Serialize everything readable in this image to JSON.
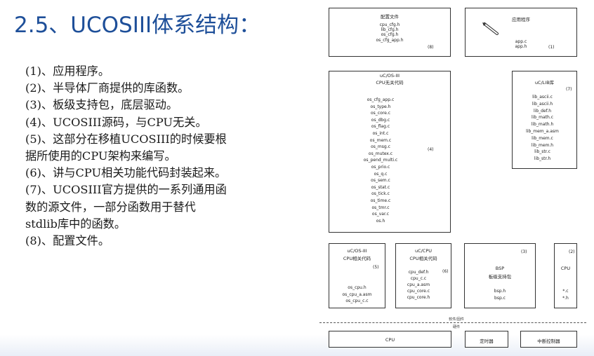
{
  "title": "2.5、UCOSIII体系结构：",
  "items": [
    "(1)、应用程序。",
    "(2)、半导体厂商提供的库函数。",
    "(3)、板级支持包，底层驱动。",
    "(4)、UCOSIII源码，与CPU无关。",
    "(5)、这部分在移植UCOSIII的时候要根\n据所使用的CPU架构来编写。",
    "(6)、讲与CPU相关功能代码封装起来。",
    "(7)、UCOSIII官方提供的一系列通用函\n数的源文件，一部分函数用于替代\nstdlib库中的函数。",
    "(8)、配置文件。"
  ],
  "diagram": {
    "config": {
      "title": "配置文件",
      "files": [
        "cpu_cfg.h",
        "lib_cfg.h",
        "os_cfg.h",
        "os_cfg_app.h"
      ],
      "num": "(8)"
    },
    "app": {
      "title": "应用程序",
      "files": [
        "app.c",
        "app.h"
      ],
      "num": "(1)"
    },
    "os": {
      "title1": "uC/OS-III",
      "title2": "CPU无关代码",
      "num": "(4)",
      "files": [
        "os_cfg_app.c",
        "os_type.h",
        "os_core.c",
        "os_dbg.c",
        "os_flag.c",
        "os_int.c",
        "os_mem.c",
        "os_msg.c",
        "os_mutex.c",
        "os_pend_multi.c",
        "os_prio.c",
        "os_q.c",
        "os_sem.c",
        "os_stat.c",
        "os_tick.c",
        "os_time.c",
        "os_tmr.c",
        "os_var.c",
        "os.h"
      ]
    },
    "lib": {
      "title": "uC/LIB库",
      "num": "(7)",
      "files": [
        "lib_ascii.c",
        "lib_ascii.h",
        "lib_def.h",
        "lib_math.c",
        "lib_math.h",
        "lib_mem_a.asm",
        "lib_mem.c",
        "lib_mem.h",
        "lib_str.c",
        "lib_str.h"
      ]
    },
    "port": {
      "title1": "uC/OS-III",
      "title2": "CPU相关代码",
      "num": "(5)",
      "files": [
        "os_cpu.h",
        "os_cpu_a.asm",
        "os_cpu_c.c"
      ]
    },
    "cpu": {
      "title1": "uC/CPU",
      "title2": "CPU相关代码",
      "num": "(6)",
      "files": [
        "cpu_def.h",
        "cpu_c.c",
        "cpu_a.asm",
        "cpu_core.c",
        "cpu_core.h"
      ]
    },
    "bsp": {
      "title1": "BSP",
      "title2": "板级支持包",
      "num": "(3)",
      "files": [
        "bsp.h",
        "bsp.c"
      ]
    },
    "vendor": {
      "title": "CPU",
      "num": "(2)",
      "files": [
        "*.c",
        "*.h"
      ]
    },
    "sw_hw": [
      "软件/固件",
      "硬件"
    ],
    "hw": [
      "CPU",
      "定时器",
      "中断控制器"
    ]
  }
}
